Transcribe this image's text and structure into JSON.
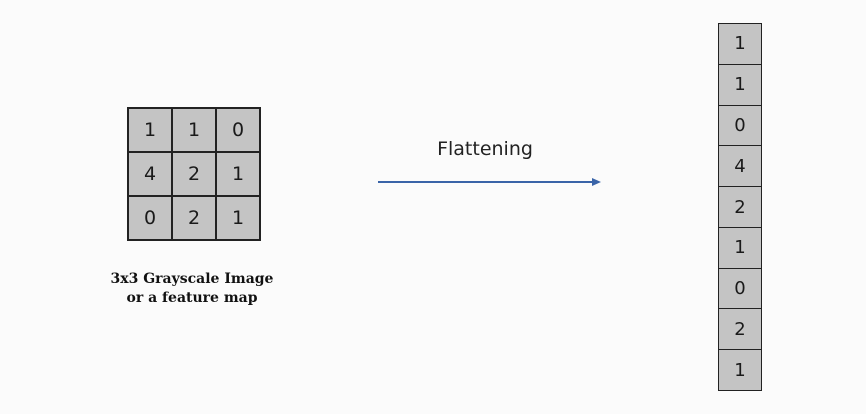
{
  "matrix": {
    "rows": [
      [
        "1",
        "1",
        "0"
      ],
      [
        "4",
        "2",
        "1"
      ],
      [
        "0",
        "2",
        "1"
      ]
    ]
  },
  "caption": {
    "line1": "3x3 Grayscale Image",
    "line2": "or a feature map"
  },
  "arrow": {
    "label": "Flattening",
    "color": "#3a64a8"
  },
  "flattened": [
    "1",
    "1",
    "0",
    "4",
    "2",
    "1",
    "0",
    "2",
    "1"
  ],
  "colors": {
    "cell_fill": "#c4c4c4",
    "border": "#222222",
    "background": "#fbfbfb"
  }
}
